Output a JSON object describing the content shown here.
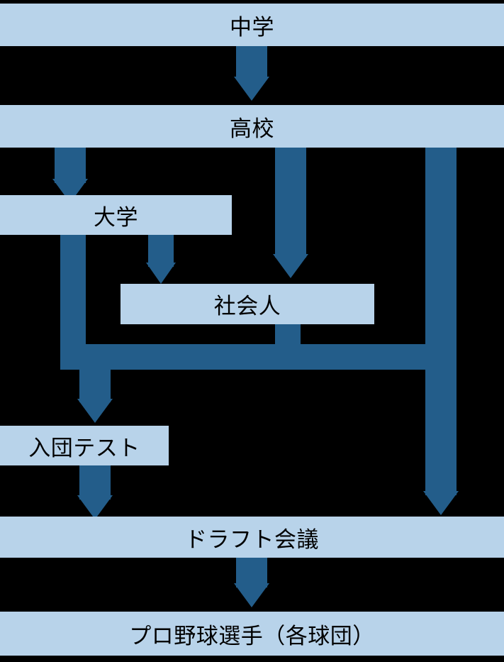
{
  "diagram": {
    "title": "",
    "type": "flowchart",
    "colors": {
      "background": "#000000",
      "node_fill": "#b8d3ea",
      "node_text": "#000000",
      "arrow": "#235d8a"
    },
    "nodes": [
      {
        "id": "junior-high",
        "label": "中学"
      },
      {
        "id": "high-school",
        "label": "高校"
      },
      {
        "id": "university",
        "label": "大学"
      },
      {
        "id": "corporate-league",
        "label": "社会人"
      },
      {
        "id": "tryout",
        "label": "入団テスト"
      },
      {
        "id": "draft-meeting",
        "label": "ドラフト会議"
      },
      {
        "id": "pro-player",
        "label": "プロ野球選手（各球団）"
      }
    ],
    "edges": [
      {
        "from": "junior-high",
        "to": "high-school"
      },
      {
        "from": "high-school",
        "to": "university"
      },
      {
        "from": "high-school",
        "to": "corporate-league"
      },
      {
        "from": "high-school",
        "to": "draft-meeting"
      },
      {
        "from": "university",
        "to": "corporate-league"
      },
      {
        "from": "university",
        "to": "tryout"
      },
      {
        "from": "corporate-league",
        "to": "tryout"
      },
      {
        "from": "tryout",
        "to": "draft-meeting"
      },
      {
        "from": "draft-meeting",
        "to": "pro-player"
      }
    ]
  }
}
